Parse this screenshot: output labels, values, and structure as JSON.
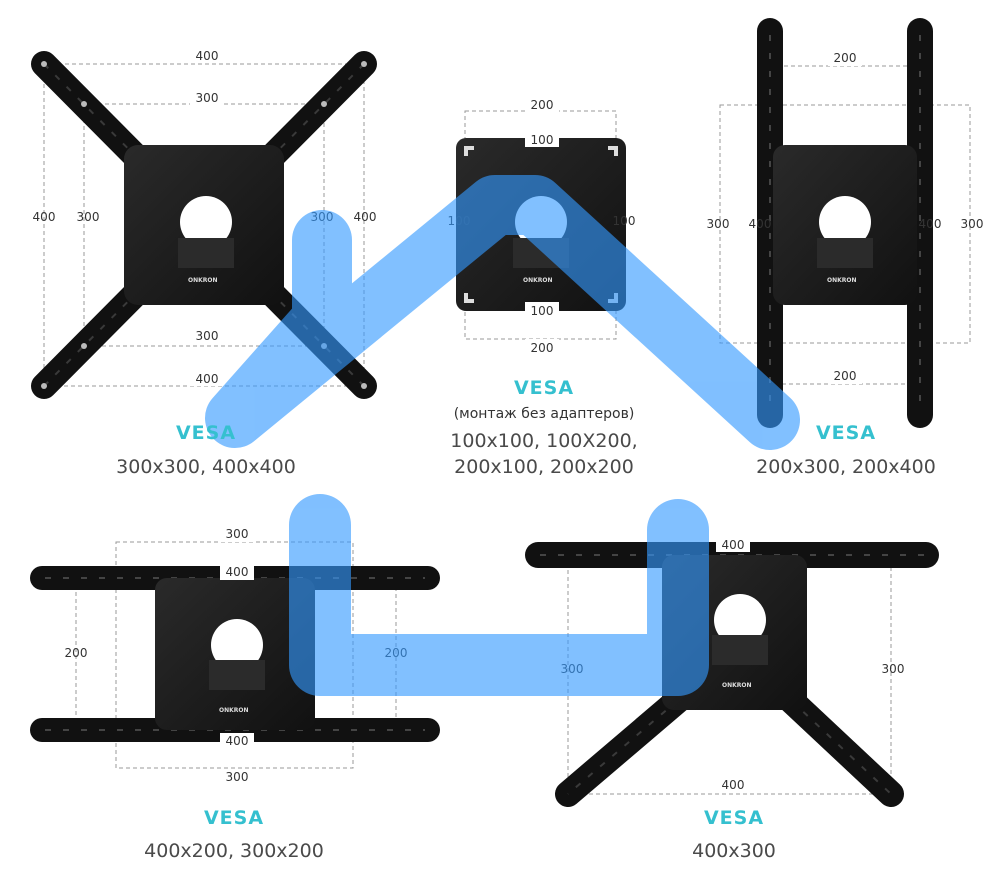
{
  "panels": {
    "p1": {
      "title": "VESA",
      "sizes": "300x300, 400x400",
      "dims": {
        "top_outer": "400",
        "top_inner": "300",
        "left_outer": "400",
        "left_inner": "300",
        "right_inner": "300",
        "right_outer": "400",
        "bottom_inner": "300",
        "bottom_outer": "400"
      }
    },
    "p2": {
      "title": "VESA",
      "note": "(монтаж без адаптеров)",
      "sizes_line1": "100x100, 100X200,",
      "sizes_line2": "200x100, 200x200",
      "dims": {
        "top_outer": "200",
        "top_inner": "100",
        "left": "100",
        "right": "100",
        "bottom_inner": "100",
        "bottom_outer": "200"
      }
    },
    "p3": {
      "title": "VESA",
      "sizes": "200x300, 200x400",
      "dims": {
        "top": "200",
        "left_outer": "300",
        "left_inner": "400",
        "right_inner": "400",
        "right_outer": "300",
        "bottom": "200"
      }
    },
    "p4": {
      "title": "VESA",
      "sizes": "400x200, 300x200",
      "dims": {
        "top_outer": "300",
        "top_inner": "400",
        "left": "200",
        "right": "200",
        "bottom_inner": "400",
        "bottom_outer": "300"
      }
    },
    "p5": {
      "title": "VESA",
      "sizes": "400x300",
      "dims": {
        "top": "400",
        "left": "300",
        "right": "300",
        "bottom": "400"
      }
    }
  },
  "brand": "ONKRON",
  "colors": {
    "accent": "#35c0cf",
    "overlay": "#3399ff",
    "plate": "#1c1c1c"
  }
}
